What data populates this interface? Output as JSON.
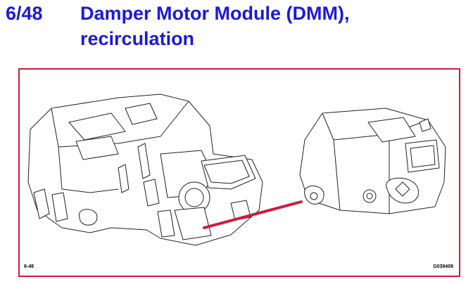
{
  "heading": {
    "section_number": "6/48",
    "title_line1": "Damper Motor Module (DMM),",
    "title_line2": "recirculation"
  },
  "figure": {
    "label_left": "6-48",
    "label_right": "G039409",
    "pointer_color": "#d11a3a",
    "frame_color": "#d11a3a",
    "heading_color": "#1a1adb"
  }
}
